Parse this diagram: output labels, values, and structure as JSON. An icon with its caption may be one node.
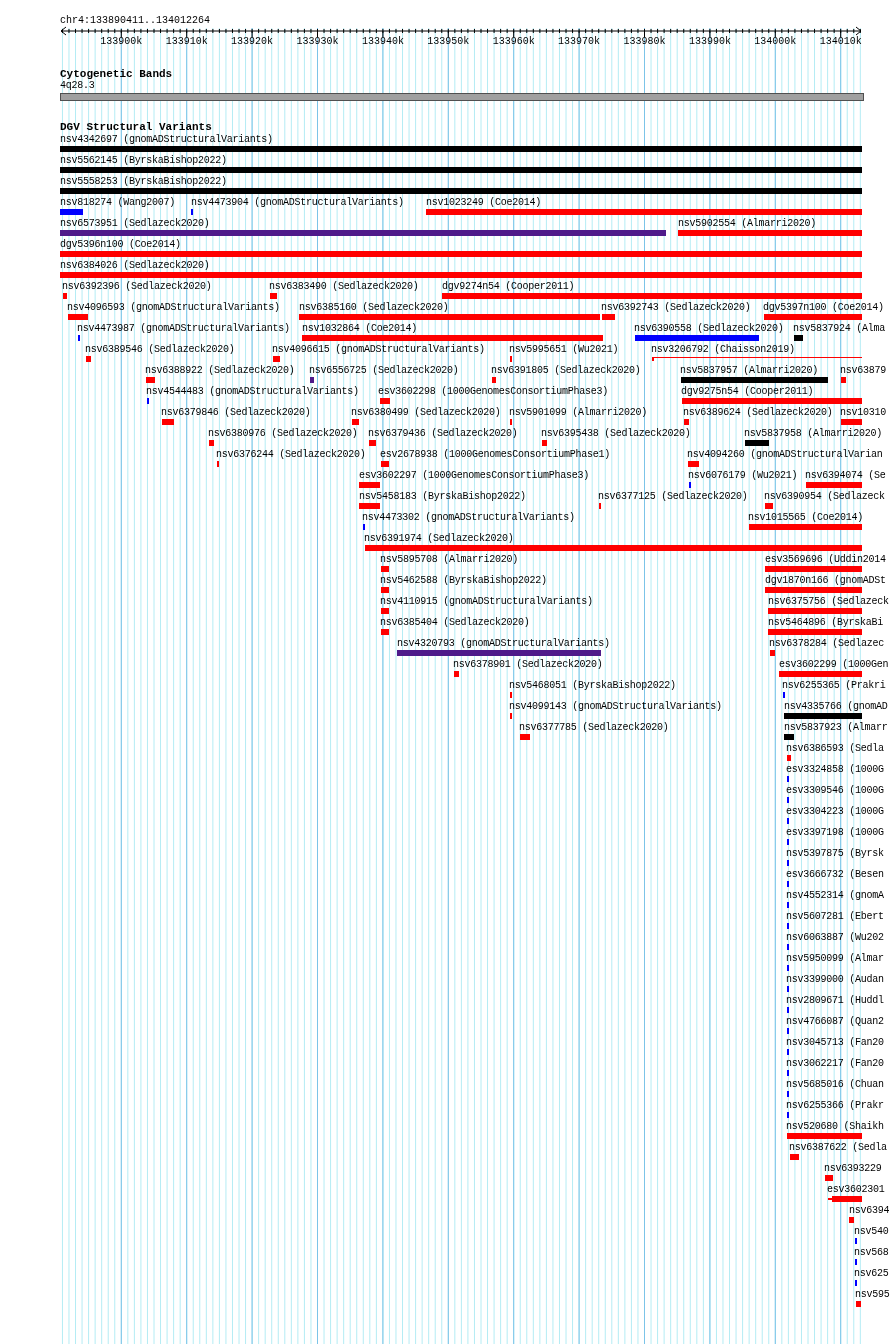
{
  "diagram": {
    "nodes": [
      {
        "text": [
          "4q28.3"
        ]
      },
      {
        "text": [
          "nsv4342697 (gnomADStructuralVariants)"
        ]
      },
      {
        "text": [
          "nsv5562145 (ByrskaBishop2022)"
        ]
      },
      {
        "text": [
          "nsv5558253 (ByrskaBishop2022)"
        ]
      },
      {
        "text": [
          "nsv818274 (Wang2007)"
        ]
      },
      {
        "text": [
          "nsv4473904 (gnomADStructuralVariants)"
        ]
      },
      {
        "text": [
          "nsv1023249 (Coe2014)"
        ]
      },
      {
        "text": [
          "nsv6573951 (Sedlazeck2020)"
        ]
      },
      {
        "text": [
          "nsv5902554 (Almarri2020)"
        ]
      },
      {
        "text": [
          "dgv5396n100 (Coe2014)"
        ]
      },
      {
        "text": [
          "nsv6384026 (Sedlazeck2020)"
        ]
      },
      {
        "text": [
          "nsv6392396 (Sedlazeck2020)"
        ]
      },
      {
        "text": [
          "nsv6383490 (Sedlazeck2020)"
        ]
      },
      {
        "text": [
          "dgv9274n54 (Cooper2011)"
        ]
      },
      {
        "text": [
          "nsv4096593 (gnomADStructuralVariants)"
        ]
      },
      {
        "text": [
          "nsv6385160 (Sedlazeck2020)"
        ]
      },
      {
        "text": [
          "nsv6392743 (Sedlazeck2020)"
        ]
      },
      {
        "text": [
          "dgv5397n100 (Coe2014)"
        ]
      },
      {
        "text": [
          "nsv4473987 (gnomADStructuralVariants)"
        ]
      },
      {
        "text": [
          "nsv1032864 (Coe2014)"
        ]
      },
      {
        "text": [
          "nsv6390558 (Sedlazeck2020)"
        ]
      },
      {
        "text": [
          "nsv5837924 (Alma"
        ]
      },
      {
        "text": [
          "nsv6389546 (Sedlazeck2020)"
        ]
      },
      {
        "text": [
          "nsv4096615 (gnomADStructuralVariants)"
        ]
      },
      {
        "text": [
          "nsv5995651 (Wu2021)"
        ]
      },
      {
        "text": [
          "nsv3206792 (Chaisson2019)"
        ]
      },
      {
        "text": [
          "nsv6388922 (Sedlazeck2020)"
        ]
      },
      {
        "text": [
          "nsv6556725 (Sedlazeck2020)"
        ]
      },
      {
        "text": [
          "nsv6391805 (Sedlazeck2020)"
        ]
      },
      {
        "text": [
          "nsv5837957 (Almarri2020)"
        ]
      },
      {
        "text": [
          "nsv63879"
        ]
      },
      {
        "text": [
          "nsv4544483 (gnomADStructuralVariants)"
        ]
      },
      {
        "text": [
          "esv3602298 (1000GenomesConsortiumPhase3)"
        ]
      },
      {
        "text": [
          "dgv9275n54 (Cooper2011)"
        ]
      },
      {
        "text": [
          "nsv6379846 (Sedlazeck2020)"
        ]
      },
      {
        "text": [
          "nsv6380499 (Sedlazeck2020)"
        ]
      },
      {
        "text": [
          "nsv5901099 (Almarri2020)"
        ]
      },
      {
        "text": [
          "nsv6389624 (Sedlazeck2020)"
        ]
      },
      {
        "text": [
          "nsv10310"
        ]
      },
      {
        "text": [
          "nsv6380976 (Sedlazeck2020)"
        ]
      },
      {
        "text": [
          "nsv6379436 (Sedlazeck2020)"
        ]
      },
      {
        "text": [
          "nsv6395438 (Sedlazeck2020)"
        ]
      },
      {
        "text": [
          "nsv5837958 (Almarri2020)"
        ]
      },
      {
        "text": [
          "nsv6376244 (Sedlazeck2020)"
        ]
      },
      {
        "text": [
          "esv2678938 (1000GenomesConsortiumPhase1)"
        ]
      },
      {
        "text": [
          "nsv4094260 (gnomADStructuralVarian"
        ]
      },
      {
        "text": [
          "esv3602297 (1000GenomesConsortiumPhase3)"
        ]
      },
      {
        "text": [
          "nsv6076179 (Wu2021)"
        ]
      },
      {
        "text": [
          "nsv6394074 (Se"
        ]
      },
      {
        "text": [
          "nsv5458183 (ByrskaBishop2022)"
        ]
      },
      {
        "text": [
          "nsv6377125 (Sedlazeck2020)"
        ]
      },
      {
        "text": [
          "nsv6390954 (Sedlazeck"
        ]
      },
      {
        "text": [
          "nsv4473302 (gnomADStructuralVariants)"
        ]
      },
      {
        "text": [
          "nsv1015565 (Coe2014)"
        ]
      },
      {
        "text": [
          "nsv6391974 (Sedlazeck2020)"
        ]
      },
      {
        "text": [
          "nsv5895708 (Almarri2020)"
        ]
      },
      {
        "text": [
          "esv3569696 (Uddin2014"
        ]
      },
      {
        "text": [
          "nsv5462588 (ByrskaBishop2022)"
        ]
      },
      {
        "text": [
          "dgv1870n166 (gnomADSt"
        ]
      },
      {
        "text": [
          "nsv4110915 (gnomADStructuralVariants)"
        ]
      },
      {
        "text": [
          "nsv6375756 (Sedlazeck"
        ]
      },
      {
        "text": [
          "nsv6385404 (Sedlazeck2020)"
        ]
      },
      {
        "text": [
          "nsv5464896 (ByrskaBi"
        ]
      },
      {
        "text": [
          "nsv4320793 (gnomADStructuralVariants)"
        ]
      },
      {
        "text": [
          "nsv6378284 (Sedlazec"
        ]
      },
      {
        "text": [
          "nsv6378901 (Sedlazeck2020)"
        ]
      },
      {
        "text": [
          "esv3602299 (1000Gen"
        ]
      },
      {
        "text": [
          "nsv5468051 (ByrskaBishop2022)"
        ]
      },
      {
        "text": [
          "nsv6255365 (Prakri"
        ]
      },
      {
        "text": [
          "nsv4099143 (gnomADStructuralVariants)"
        ]
      },
      {
        "text": [
          "nsv4335766 (gnomAD"
        ]
      },
      {
        "text": [
          "nsv6377785 (Sedlazeck2020)"
        ]
      },
      {
        "text": [
          "nsv5837923 (Almarr"
        ]
      },
      {
        "text": [
          "nsv6386593 (Sedla"
        ]
      },
      {
        "text": [
          "esv3324858 (1000G"
        ]
      },
      {
        "text": [
          "esv3309546 (1000G"
        ]
      },
      {
        "text": [
          "esv3304223 (1000G"
        ]
      },
      {
        "text": [
          "esv3397198 (1000G"
        ]
      },
      {
        "text": [
          "nsv5397875 (Byrsk"
        ]
      },
      {
        "text": [
          "esv3666732 (Besen"
        ]
      },
      {
        "text": [
          "nsv4552314 (gnomA"
        ]
      },
      {
        "text": [
          "nsv5607281 (Ebert"
        ]
      },
      {
        "text": [
          "nsv6063887 (Wu202"
        ]
      },
      {
        "text": [
          "nsv5950099 (Almar"
        ]
      },
      {
        "text": [
          "nsv3399000 (Audan"
        ]
      },
      {
        "text": [
          "nsv2809671 (Huddl"
        ]
      },
      {
        "text": [
          "nsv4766087 (Quan2"
        ]
      },
      {
        "text": [
          "nsv3045713 (Fan20"
        ]
      },
      {
        "text": [
          "nsv3062217 (Fan20"
        ]
      },
      {
        "text": [
          "nsv5685016 (Chuan"
        ]
      },
      {
        "text": [
          "nsv6255366 (Prakr"
        ]
      },
      {
        "text": [
          "nsv520680 (Shaikh"
        ]
      },
      {
        "text": [
          "nsv6387622 (Sedla"
        ]
      },
      {
        "text": [
          "nsv6393229"
        ]
      },
      {
        "text": [
          "esv3602301"
        ]
      },
      {
        "text": [
          "nsv6394"
        ]
      },
      {
        "text": [
          "nsv540"
        ]
      },
      {
        "text": [
          "nsv568"
        ]
      },
      {
        "text": [
          "nsv625"
        ]
      },
      {
        "text": [
          "nsv595"
        ]
      }
    ],
    "labels": [
      "chr4:133890411..134012264",
      "133900k",
      "133910k",
      "133920k",
      "133930k",
      "133940k",
      "133950k",
      "133960k",
      "133970k",
      "133980k",
      "133990k",
      "134000k",
      "134010k",
      "Cytogenetic Bands",
      "DGV Structural Variants"
    ]
  }
}
